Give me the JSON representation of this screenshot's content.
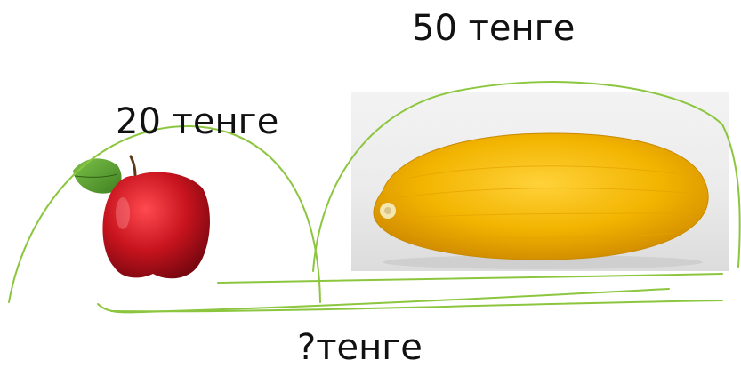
{
  "labels": {
    "melon_price": "50 тенге",
    "apple_price": "20 тенге",
    "total_price": "?тенге"
  },
  "colors": {
    "arc_lines": "#8cc63f",
    "melon": "#f2b400",
    "apple": "#c8141e",
    "leaf": "#4f9a2a"
  }
}
